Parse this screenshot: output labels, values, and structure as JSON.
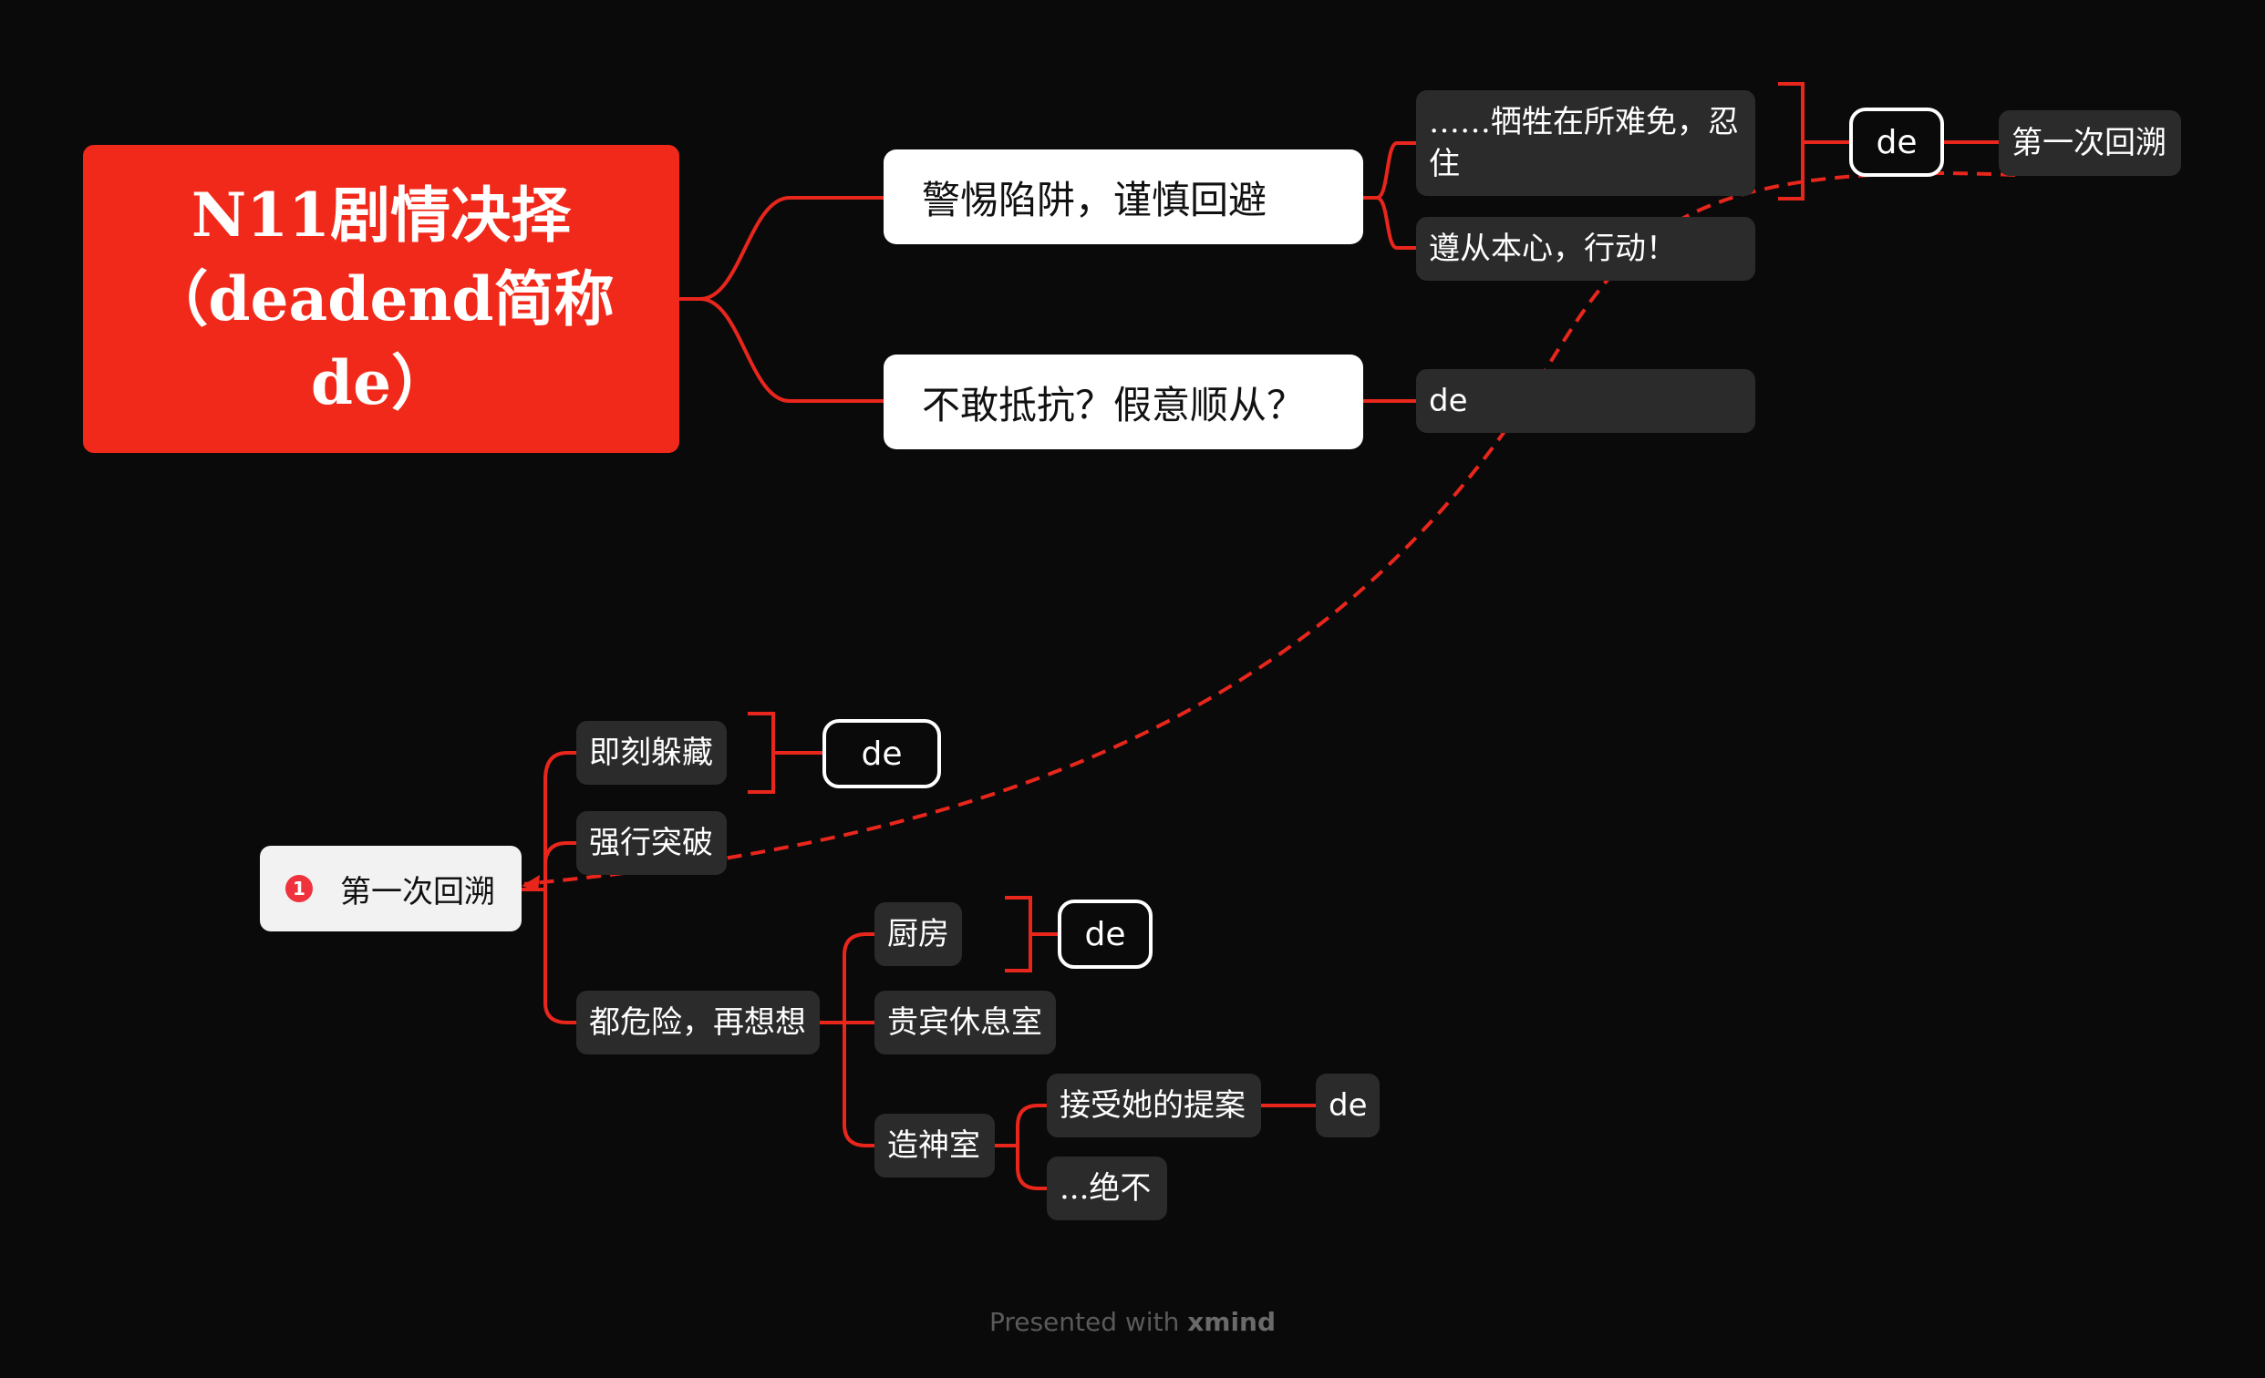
{
  "colors": {
    "background": "#0a0a0a",
    "root": "#f1291a",
    "connector": "#e8261c",
    "dark_node": "#2b2b2b",
    "badge": "#f0323c"
  },
  "root": {
    "line1": "N11剧情决择",
    "line2": "（deadend简称",
    "line3": "de）"
  },
  "branch_caution": {
    "label": "警惕陷阱，谨慎回避"
  },
  "branch_sacrifice": {
    "label": "……牺牲在所难免，忍住"
  },
  "branch_follow": {
    "label": "遵从本心，行动！"
  },
  "group_de_1": {
    "label": "de"
  },
  "summary_rewind": {
    "label": "第一次回溯"
  },
  "branch_resist": {
    "label": "不敢抵抗？假意顺从？"
  },
  "resist_de": {
    "label": "de"
  },
  "rewind_topic": {
    "badge": "1",
    "label": "第一次回溯"
  },
  "hide": {
    "label": "即刻躲藏"
  },
  "hide_de": {
    "label": "de"
  },
  "breakout": {
    "label": "强行突破"
  },
  "rethink": {
    "label": "都危险，再想想"
  },
  "kitchen": {
    "label": "厨房"
  },
  "kitchen_de": {
    "label": "de"
  },
  "lounge": {
    "label": "贵宾休息室"
  },
  "shrine": {
    "label": "造神室"
  },
  "accept": {
    "label": "接受她的提案"
  },
  "accept_de": {
    "label": "de"
  },
  "refuse": {
    "label": "...绝不"
  },
  "footer": {
    "prefix": "Presented with",
    "brand": "xmind"
  }
}
